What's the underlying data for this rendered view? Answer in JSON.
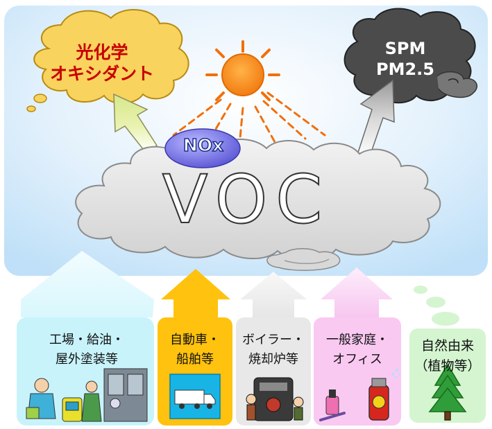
{
  "diagram": {
    "clouds": {
      "oxidant": {
        "line1": "光化学",
        "line2": "オキシダント"
      },
      "particulate": {
        "line1": "SPM",
        "line2": "PM2.5"
      }
    },
    "center": {
      "voc": "VOC",
      "nox": "NOx"
    },
    "sources": [
      {
        "line1": "工場・給油・",
        "line2": "屋外塗装等"
      },
      {
        "line1": "自動車・",
        "line2": "船舶等"
      },
      {
        "line1": "ボイラー・",
        "line2": "焼却炉等"
      },
      {
        "line1": "一般家庭・",
        "line2": "オフィス"
      },
      {
        "line1": "自然由来",
        "line2": "（植物等）"
      }
    ],
    "colors": {
      "sky": "#c9e6fb",
      "oxidant_cloud": "#f6d05a",
      "particulate_cloud": "#4a4a4a",
      "sun": "#f7931e",
      "voc_cloud": "#e4e4e4",
      "factory": "#c8f3fb",
      "vehicle": "#ffc20e",
      "boiler": "#e8e8e8",
      "home": "#f9c9f2",
      "natural": "#d4f5d0"
    },
    "icons": [
      "factory-workers-icon",
      "truck-icon",
      "boiler-workers-icon",
      "spray-can-icon",
      "tree-icon"
    ]
  }
}
